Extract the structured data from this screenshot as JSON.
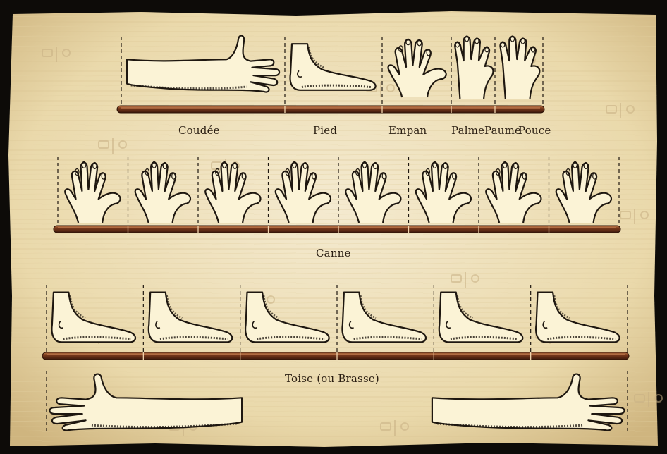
{
  "colors": {
    "frame": "#0d0b08",
    "papyrus": "#efe2b9",
    "papyrus_dark": "#c9b07a",
    "ink": "#1e1710",
    "rod": "#6a3018",
    "rod_highlight": "#b86a3f",
    "skin": "#fbf3d6"
  },
  "captions": {
    "coudee": "Coudée",
    "pied": "Pied",
    "empan": "Empan",
    "palme": "Palme",
    "paume": "Paume",
    "pouce": "Pouce",
    "canne": "Canne",
    "toise": "Toise (ou Brasse)"
  },
  "rows": {
    "units": {
      "segments": [
        "forearm",
        "foot",
        "spread-hand",
        "palm-hand",
        "palm-hand"
      ]
    },
    "canne": {
      "segment": "spread-hand",
      "count": 8
    },
    "toise": {
      "segment": "foot",
      "count": 6
    }
  },
  "arms": [
    "left-arm",
    "right-arm"
  ]
}
